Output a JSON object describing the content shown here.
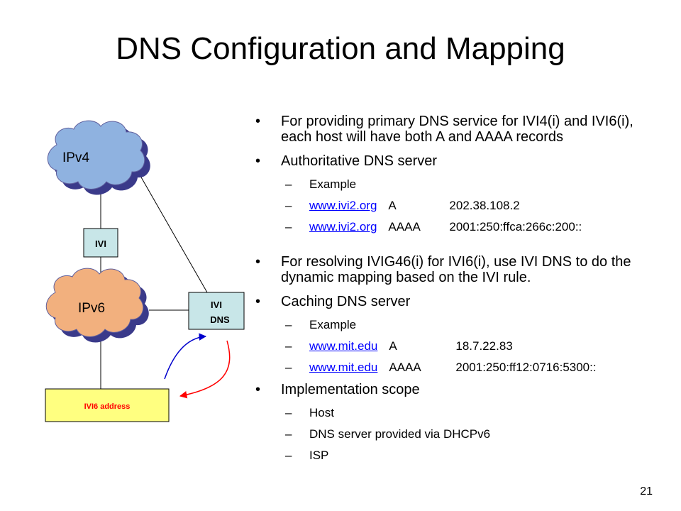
{
  "slide": {
    "title": "DNS Configuration and Mapping",
    "page_number": "21"
  },
  "diagram": {
    "ipv4_label": "IPv4",
    "ipv6_label": "IPv6",
    "ivi_box_label": "IVI",
    "ivi_dns_line1": "IVI",
    "ivi_dns_line2": "DNS",
    "ivi6_address_label": "IVI6 address",
    "colors": {
      "ipv4_cloud": "#8fb2e0",
      "ipv6_cloud": "#f2b07e",
      "cloud_shadow": "#3a3a8a",
      "ivi_box": "#c8e6e8",
      "ivi6_box": "#ffff80",
      "ivi6_text": "#ff0000",
      "arrow_blue": "#0000cc",
      "arrow_red": "#ff0000"
    }
  },
  "content": {
    "bullet1": "For providing primary DNS service for IVI4(i) and IVI6(i), each host will have both A and AAAA records",
    "bullet2": "Authoritative DNS server",
    "auth_example": "Example",
    "auth_rec1": {
      "domain": "www.ivi2.org",
      "type": "A",
      "value": "202.38.108.2"
    },
    "auth_rec2": {
      "domain": "www.ivi2.org",
      "type": "AAAA",
      "value": "2001:250:ffca:266c:200::"
    },
    "bullet3": "For resolving IVIG46(i) for IVI6(i), use IVI DNS to do the dynamic mapping based on the IVI rule.",
    "bullet4": "Caching DNS server",
    "cache_example": "Example",
    "cache_rec1": {
      "domain": "www.mit.edu",
      "type": "A",
      "value": "18.7.22.83"
    },
    "cache_rec2": {
      "domain": "www.mit.edu",
      "type": "AAAA",
      "value": "2001:250:ff12:0716:5300::"
    },
    "bullet5": "Implementation scope",
    "scope_items": [
      "Host",
      "DNS server provided via DHCPv6",
      "ISP"
    ]
  }
}
